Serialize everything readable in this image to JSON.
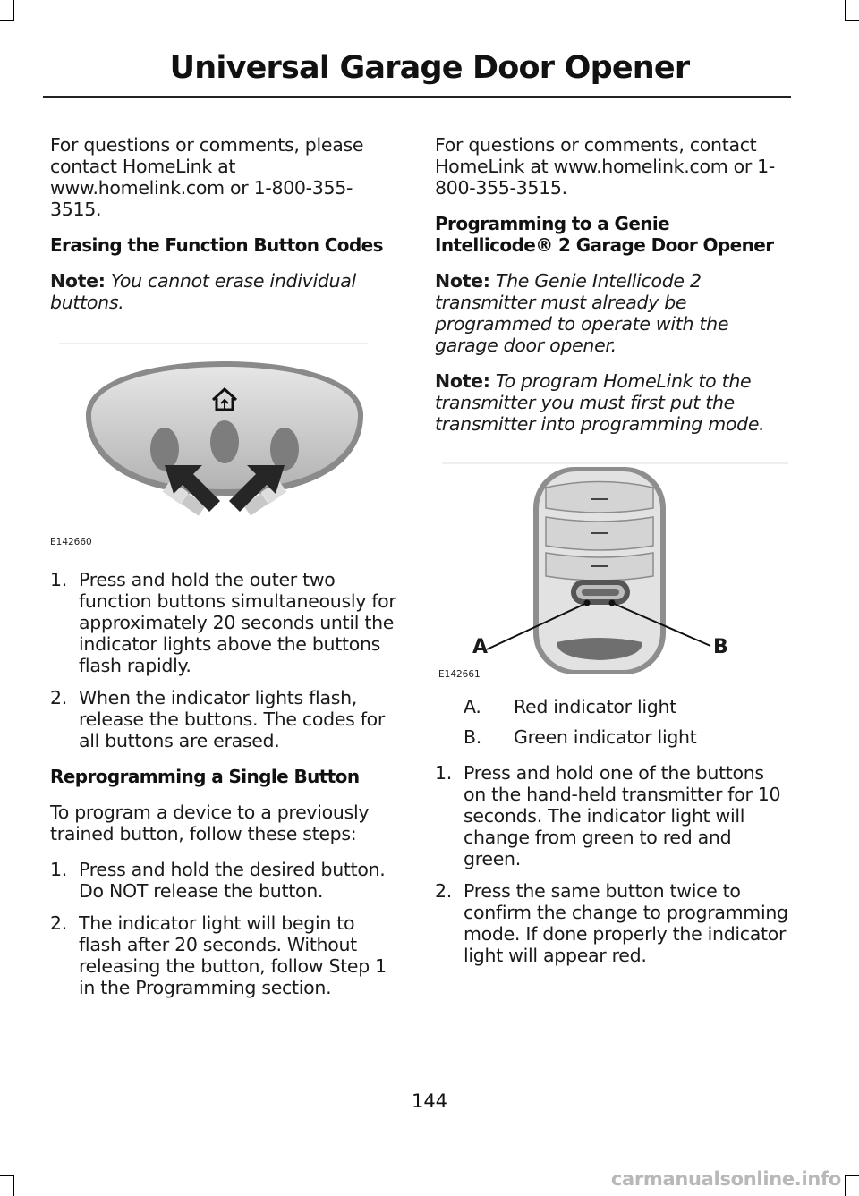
{
  "header": {
    "title": "Universal Garage Door Opener"
  },
  "left": {
    "intro": "For questions or comments, please contact HomeLink at www.homelink.com or 1-800-355-3515.",
    "erase_heading": "Erasing the Function Button Codes",
    "erase_note_label": "Note:",
    "erase_note_text": "You cannot erase individual buttons.",
    "figure_code": "E142660",
    "erase_steps": [
      {
        "num": "1.",
        "text": "Press and hold the outer two function buttons simultaneously for approximately 20 seconds until the indicator lights above the buttons flash rapidly."
      },
      {
        "num": "2.",
        "text": "When the indicator lights flash, release the buttons. The codes for all buttons are erased."
      }
    ],
    "reprogram_heading": "Reprogramming a Single Button",
    "reprogram_intro": "To program a device to a previously trained button, follow these steps:",
    "reprogram_steps": [
      {
        "num": "1.",
        "text": "Press and hold the desired button. Do NOT release the button."
      },
      {
        "num": "2.",
        "text": "The indicator light will begin to flash after 20 seconds. Without releasing the button, follow Step 1 in the Programming section."
      }
    ]
  },
  "right": {
    "intro": "For questions or comments, contact HomeLink at www.homelink.com or 1-800-355-3515.",
    "genie_heading": "Programming to a Genie Intellicode® 2 Garage Door Opener",
    "note1_label": "Note:",
    "note1_text": "The Genie Intellicode 2 transmitter must already be programmed to operate with the garage door opener.",
    "note2_label": "Note:",
    "note2_text": "To program HomeLink to the transmitter you must first put the transmitter into programming mode.",
    "figure_code": "E142661",
    "callout_a": "A",
    "callout_b": "B",
    "legend": [
      {
        "key": "A.",
        "value": "Red indicator light"
      },
      {
        "key": "B.",
        "value": "Green indicator light"
      }
    ],
    "steps": [
      {
        "num": "1.",
        "text": "Press and hold one of the buttons on the hand-held transmitter for 10 seconds. The indicator light will change from green to red and green."
      },
      {
        "num": "2.",
        "text": "Press the same button twice to confirm the change to programming mode. If done properly the indicator light will appear red."
      }
    ]
  },
  "footer": {
    "page_number": "144",
    "watermark": "carmanualsonline.info"
  }
}
